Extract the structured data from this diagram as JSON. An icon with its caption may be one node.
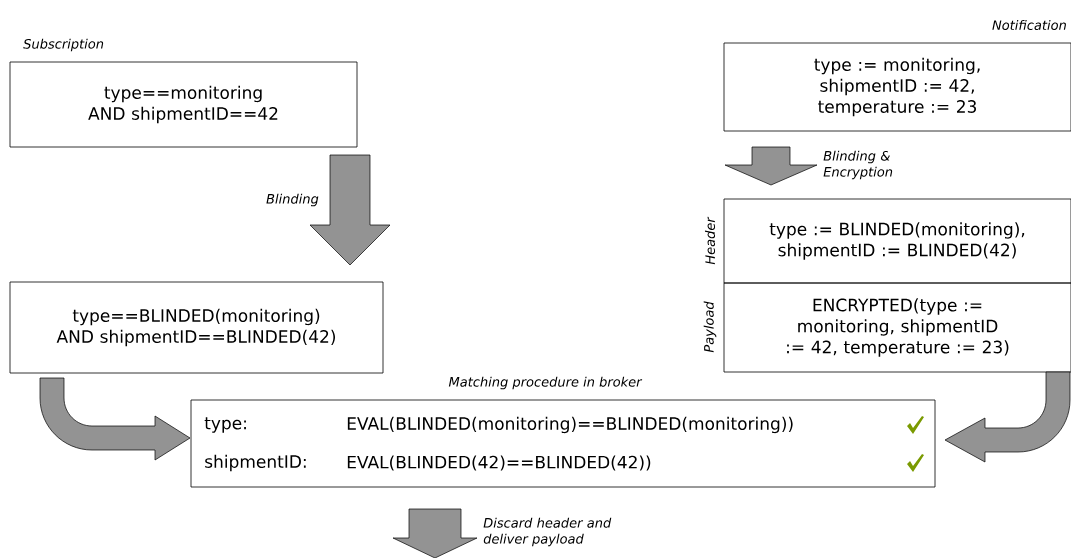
{
  "diagram": {
    "nodes": [
      {
        "text": [
          "Subscription",
          "type==monitoring AND shipmentID==42"
        ]
      },
      {
        "text": [
          "Notification",
          "type := monitoring, shipmentID := 42, temperature := 23"
        ]
      },
      {
        "text": [
          "type==BLINDED(monitoring) AND shipmentID==BLINDED(42)"
        ]
      },
      {
        "text": [
          "Header",
          "type := BLINDED(monitoring), shipmentID := BLINDED(42)"
        ]
      },
      {
        "text": [
          "Payload",
          "ENCRYPTED(type := monitoring, shipmentID := 42, temperature := 23)"
        ]
      },
      {
        "text": [
          "Matching procedure in broker",
          "type:",
          "EVAL(BLINDED(monitoring)==BLINDED(monitoring))",
          "shipmentID:",
          "EVAL(BLINDED(42)==BLINDED(42))"
        ]
      }
    ],
    "edges": [
      {
        "from": 0,
        "to": 2,
        "arrow": "to",
        "label": "Blinding"
      },
      {
        "from": 1,
        "to": 3,
        "arrow": "to",
        "label": "Blinding & Encryption"
      },
      {
        "from": 2,
        "to": 5,
        "arrow": "to"
      },
      {
        "from": 4,
        "to": 5,
        "arrow": "to"
      },
      {
        "from": 5,
        "to": null,
        "arrow": "to",
        "label": "Discard header and deliver payload"
      }
    ]
  }
}
